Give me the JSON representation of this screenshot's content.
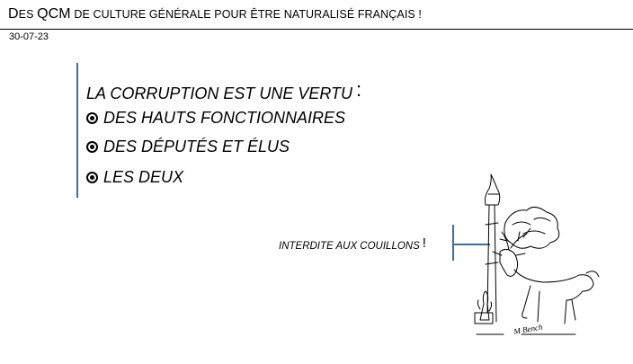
{
  "header": {
    "title_prefix_big": "D",
    "title_part1_small": "ES ",
    "title_word_big": "QCM",
    "title_rest_small": " DE CULTURE GÉNÉRALE POUR ÊTRE NATURALISÉ FRANÇAIS !",
    "date": "30-07-23"
  },
  "question": {
    "title": "LA CORRUPTION EST UNE VERTU",
    "colon": ":",
    "options": [
      {
        "label": "DES HAUTS FONCTIONNAIRES"
      },
      {
        "label": "DES DÉPUTÉS ET ÉLUS"
      },
      {
        "label": "LES DEUX"
      }
    ]
  },
  "illustration": {
    "caption": "INTERDITE AUX COUILLONS",
    "caption_bang": "!",
    "signature": "M Bench"
  },
  "colors": {
    "accent_bar": "#3a6fa0",
    "text": "#000000",
    "background": "#ffffff"
  }
}
